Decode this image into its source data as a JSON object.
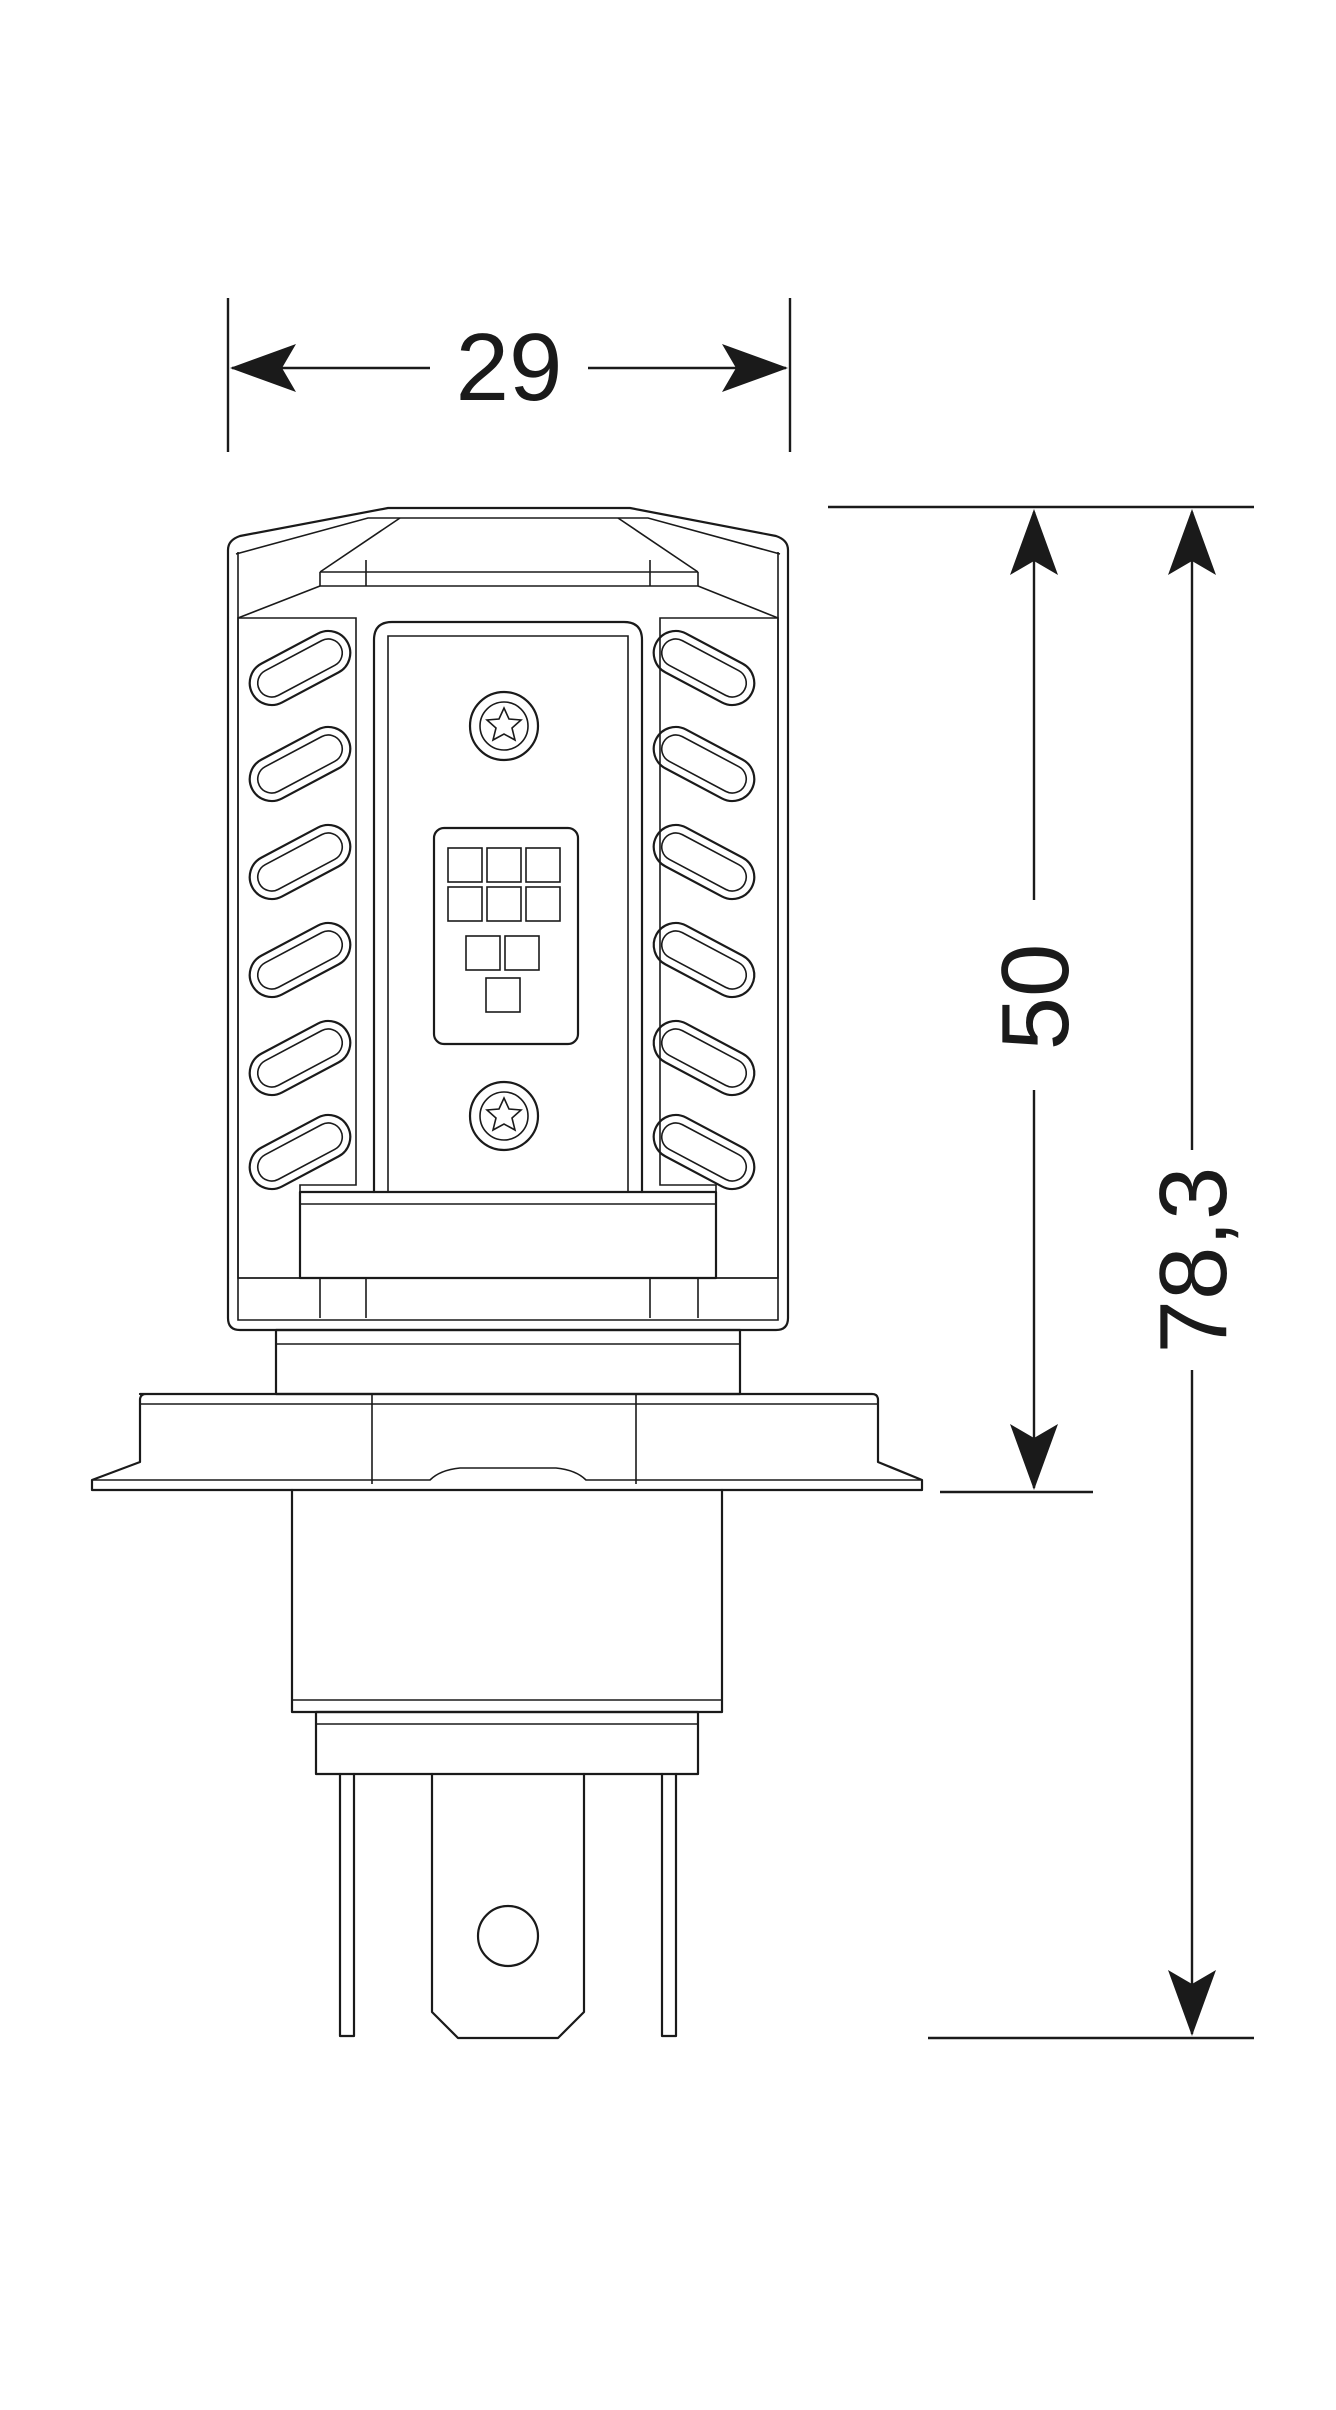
{
  "dimensions": {
    "width_label": "29",
    "height_label": "50",
    "overall_label": "78,3"
  },
  "colors": {
    "line": "#1a1a1a",
    "background": "#ffffff"
  }
}
